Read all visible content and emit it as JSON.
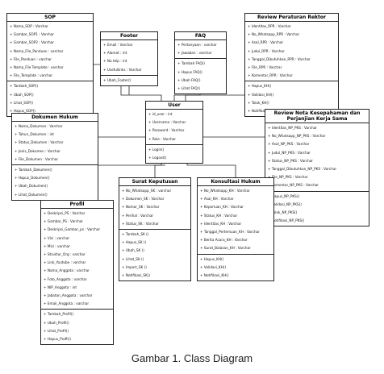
{
  "classes": {
    "sop": {
      "title": "SOP",
      "attributes": [
        "Nama_SOP : Varchar",
        "Gambar_SOP1 : Varchar",
        "Gambar_SOP2 : Varchar",
        "Nama_File_Panduan : varchar",
        "File_Panduan : varchar",
        "Nama_File Template : varchar",
        "File_Template : varchar"
      ],
      "methods": [
        "Tambah_SOP()",
        "Ubah_SOP()",
        "Lihat_SOP()",
        "Hapus_SOP()"
      ]
    },
    "footer": {
      "title": "Footer",
      "attributes": [
        "Email : Varchar",
        "Alamat : int",
        "No telp : int",
        "Usefullinks : Varchar"
      ],
      "methods": [
        "Ubah_Footer()"
      ]
    },
    "faq": {
      "title": "FAQ",
      "attributes": [
        "Pertanyaan : varchar",
        "Jawaban : varchar"
      ],
      "methods": [
        "Tambah FAQ()",
        "Hapus FAQ()",
        "Ubah FAQ()",
        "Lihat FAQ()"
      ]
    },
    "review_peraturan": {
      "title": "Review Peraturan Rektor",
      "attributes": [
        "Identitas_RPR : Varchar",
        "No_Whatsapp_RPR : Varchar",
        "Asal_RPR : Varchar",
        "Judul_RPR : Varchar",
        "Tanggal_Dibutuhkan_RPR : Varchar",
        "File_RPR : Varchar",
        "Komentar_RPR : Varchar"
      ],
      "methods": [
        "Hapus_KH()",
        "Validasi_KH()",
        "Tolak_KH()",
        "Notifikasi_KH()"
      ]
    },
    "user": {
      "title": "User",
      "attributes": [
        "id_user : int",
        "Username : Varchar",
        "Password : Varchar",
        "Role : Varchar"
      ],
      "methods": [
        "Login()",
        "Logout()"
      ]
    },
    "dokumen_hukum": {
      "title": "Dokumen Hukum",
      "attributes": [
        "Nama_Dokumen : Varchar",
        "Tahun_Dokumen : int",
        "Status_Dokumen : Varchar",
        "Jenis_Dokumen : Varchar",
        "File_Dokumen : Varchar"
      ],
      "methods": [
        "Tambah_Dokumen()",
        "Hapus_Dokumen()",
        "Ubah_Dokumen()",
        "Lihat_Dokumen()"
      ]
    },
    "review_nota": {
      "title": "Review Nota Kesepahaman dan Perjanjian Kerja Sama",
      "attributes": [
        "Identitas_NP_PKS : Varchar",
        "No_Whatsapp_NP_PKS : Varchar",
        "Asal_NP_PKS : Varchar",
        "Judul_NP_PKS : Varchar",
        "Status_NP_PKS : Varchar",
        "Tanggal_Dibutuhkan_NP_PKS : Varchar",
        "File_NP_PKS : Varchar",
        "Komentar_NP_PKS : Varchar"
      ],
      "methods": [
        "Hapus_NP_PKS()",
        "Validasi_NP_PKS()",
        "Tolak_NP_PKS()",
        "Notifikasi_NP_PKS()"
      ]
    },
    "profil": {
      "title": "Profil",
      "attributes": [
        "Deskripsi_PS : Varchar",
        "Gambar_PS : Varchar",
        "Deskripsi_Gambar_ps : Varchar",
        "Visi : varchar",
        "Misi : varchar",
        "Struktur_Org : varchar",
        "Link_Youtube : varchar",
        "Nama_Anggota : varchar",
        "Foto_Anggota : varchar",
        "NIP_Anggota : int",
        "Jabatan_Anggota : varchar",
        "Email_Anggota : varchar"
      ],
      "methods": [
        "Tambah_Profil()",
        "Ubah_Profil()",
        "Lihat_Profil()",
        "Hapus_Profil()"
      ]
    },
    "surat_keputusan": {
      "title": "Surat Keputusan",
      "attributes": [
        "No_Whatsapp_SK : varchar",
        "Dokumen_SK : Varchar",
        "Nomor_SK : Varchar",
        "Perihal : Varchar",
        "Status_SK : Varchar"
      ],
      "methods": [
        "Tambah_SK ()",
        "Hapus_SK ()",
        "Ubah_SK ()",
        "Lihat_SK ()",
        "Import_SK ()",
        "Notifikasi_SK()"
      ]
    },
    "konsultasi_hukum": {
      "title": "Konsultasi Hukum",
      "attributes": [
        "No_Whatsapp_KH : Varchar",
        "Asal_KH : Varchar",
        "Keperluan_KH : Varchar",
        "Status_KH : Varchar",
        "Identitas_KH : Varchar",
        "Tanggal_Pertemuan_KH : Varchar",
        "Berita Acara_KH : Varchar",
        "Surat_Balasan_KH : Varchar"
      ],
      "methods": [
        "Hapus_KH()",
        "Validasi_KH()",
        "Notifikasi_KH()"
      ]
    }
  },
  "caption": "Gambar 1. Class Diagram"
}
